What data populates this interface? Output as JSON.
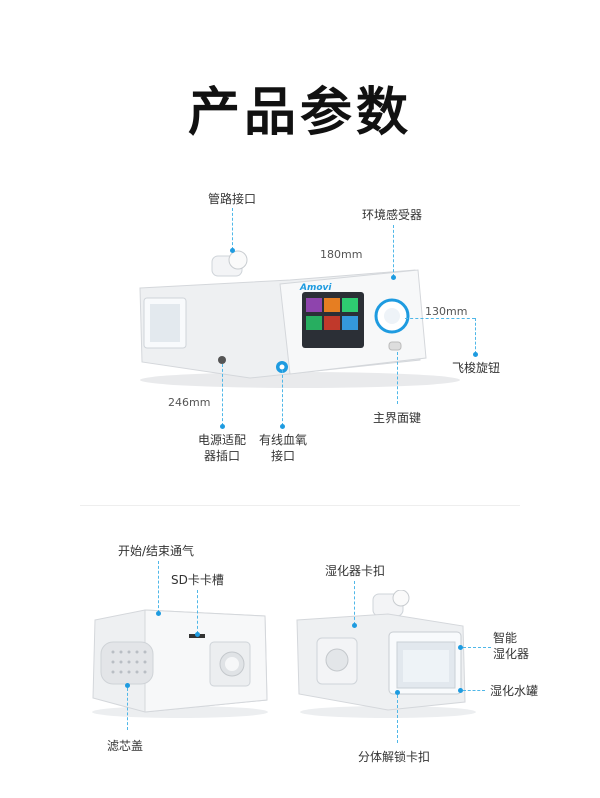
{
  "title": "产品参数",
  "top": {
    "labels": {
      "tube_port": "管路接口",
      "env_sensor": "环境感受器",
      "knob": "飞梭旋钮",
      "home_key": "主界面键",
      "power_port": "电源适配\n器插口",
      "spo2_port": "有线血氧\n接口"
    },
    "dims": {
      "width": "180mm",
      "height": "130mm",
      "depth": "246mm"
    },
    "brand": "Amovi"
  },
  "bottom_left": {
    "labels": {
      "start_stop": "开始/结束通气",
      "sd_slot": "SD卡卡槽",
      "filter_cover": "滤芯盖"
    }
  },
  "bottom_right": {
    "labels": {
      "humidifier_clip": "湿化器卡扣",
      "smart_humidifier": "智能\n湿化器",
      "water_tank": "湿化水罐",
      "release_clip": "分体解锁卡扣"
    }
  },
  "colors": {
    "accent": "#1e9be0",
    "device_body": "#f2f3f5"
  }
}
